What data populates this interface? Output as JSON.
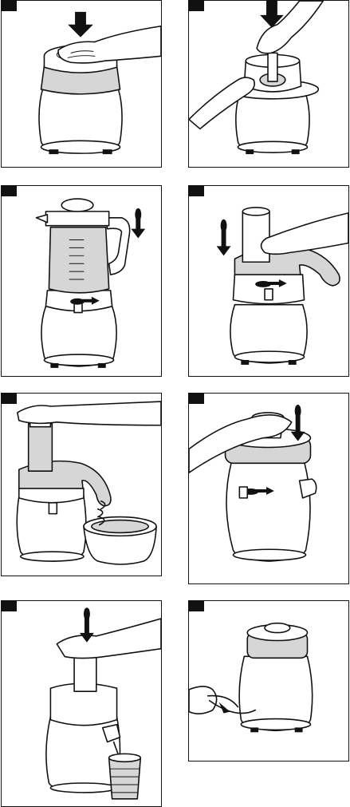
{
  "page": {
    "panels": [
      {
        "id": 1,
        "step_marker": ""
      },
      {
        "id": 2,
        "step_marker": ""
      },
      {
        "id": 3,
        "step_marker": ""
      },
      {
        "id": 4,
        "step_marker": ""
      },
      {
        "id": 5,
        "step_marker": ""
      },
      {
        "id": 6,
        "step_marker": ""
      },
      {
        "id": 7,
        "step_marker": ""
      },
      {
        "id": 8,
        "step_marker": ""
      }
    ]
  }
}
